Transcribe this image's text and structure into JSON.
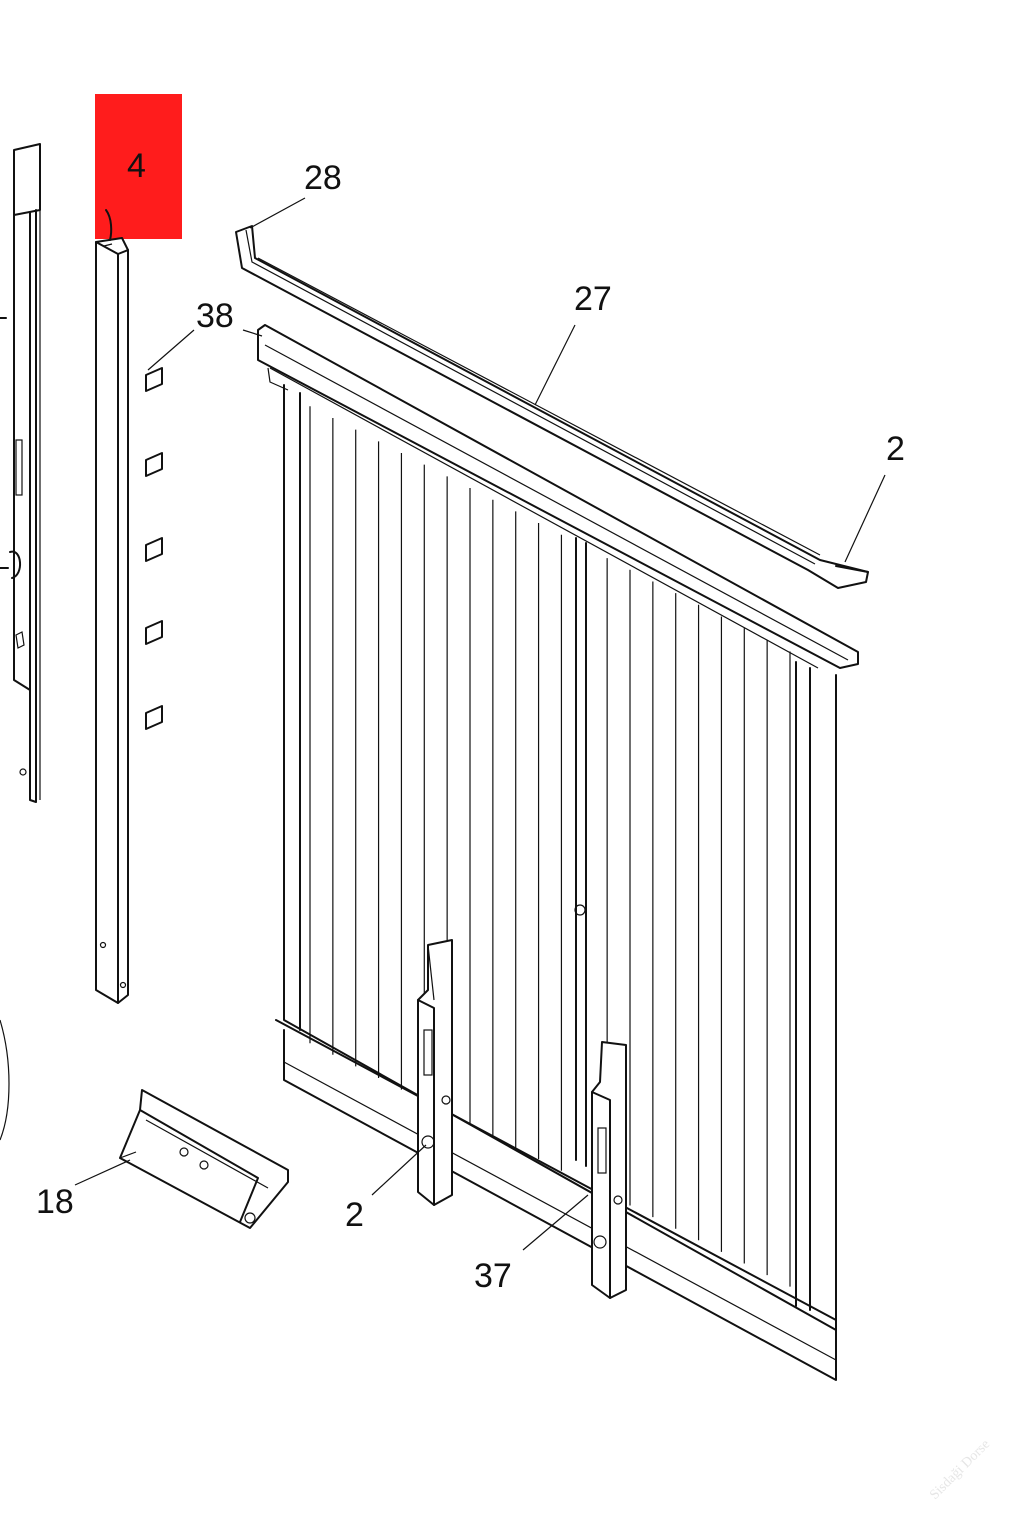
{
  "diagram": {
    "type": "exploded-parts-diagram",
    "highlight_color": "#ff1c1c",
    "highlighted_part": "4",
    "callouts": [
      {
        "id": "c4",
        "label": "4",
        "part": "vertical-corner-post",
        "highlighted": true
      },
      {
        "id": "c28",
        "label": "28",
        "part": "top-rail-end-cap",
        "highlighted": false
      },
      {
        "id": "c27",
        "label": "27",
        "part": "top-rail",
        "highlighted": false
      },
      {
        "id": "c38",
        "label": "38",
        "part": "clip-brackets",
        "highlighted": false
      },
      {
        "id": "c2a",
        "label": "2",
        "part": "rail-end-plug",
        "highlighted": false
      },
      {
        "id": "c18",
        "label": "18",
        "part": "angle-bracket",
        "highlighted": false
      },
      {
        "id": "c2b",
        "label": "2",
        "part": "post-bolt",
        "highlighted": false
      },
      {
        "id": "c37",
        "label": "37",
        "part": "center-stake",
        "highlighted": false
      }
    ],
    "watermark": "Sisdaği Dorse"
  }
}
